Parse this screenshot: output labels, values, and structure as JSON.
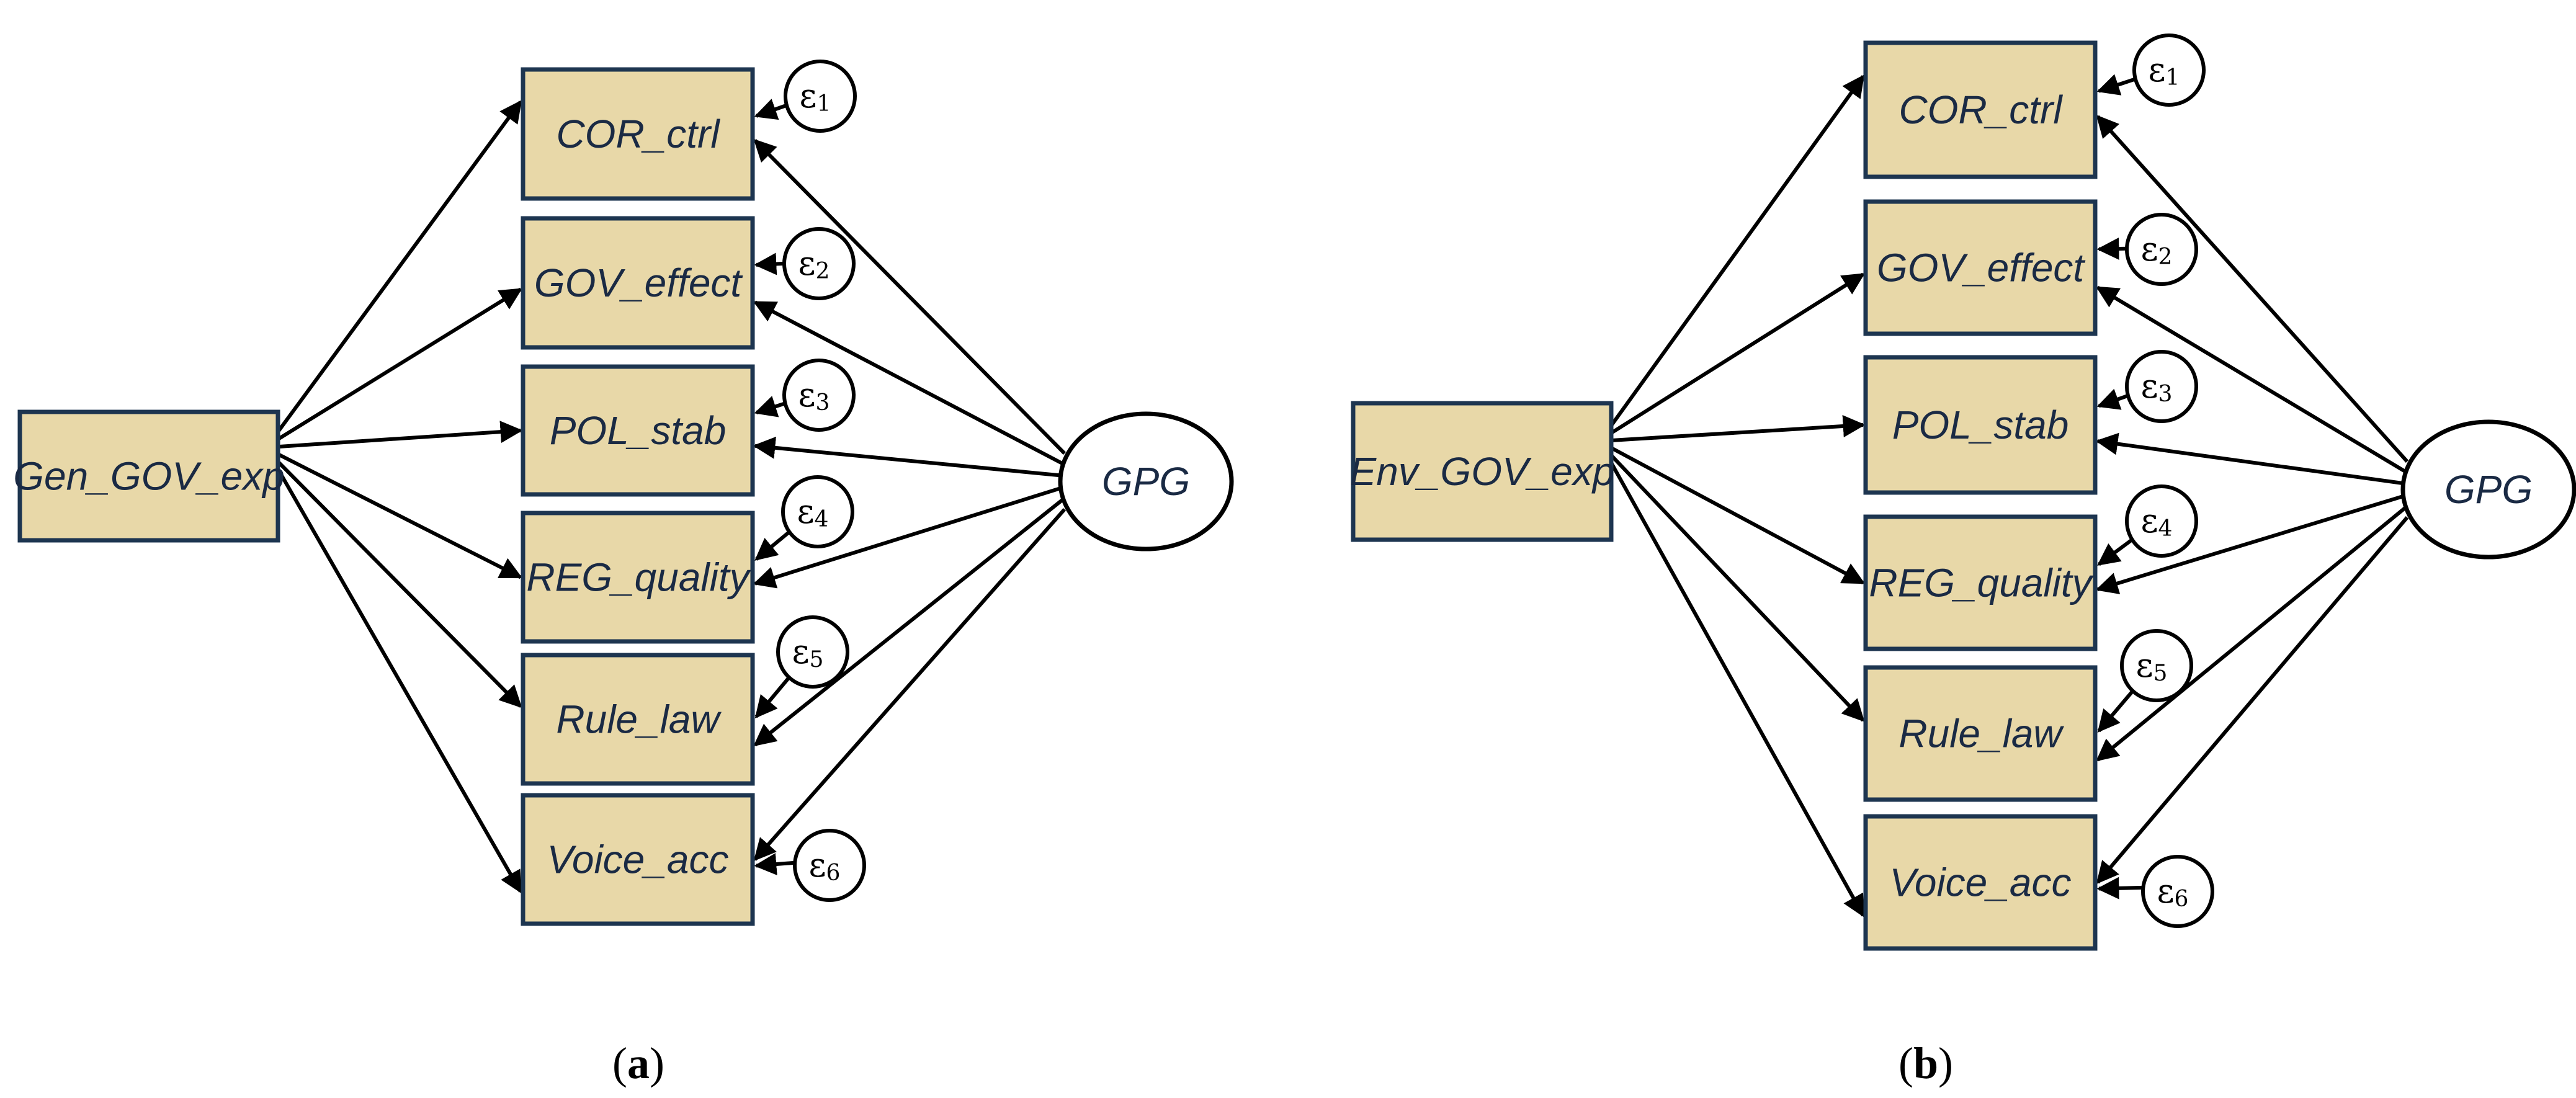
{
  "panels": [
    {
      "id": "a",
      "caption_open": "(",
      "caption_letter": "a",
      "caption_close": ")",
      "source": "Gen_GOV_exp",
      "latent": "GPG",
      "indicators": [
        "COR_ctrl",
        "GOV_effect",
        "POL_stab",
        "REG_quality",
        "Rule_law",
        "Voice_acc"
      ],
      "errors": [
        {
          "symbol": "ε",
          "sub": "1"
        },
        {
          "symbol": "ε",
          "sub": "2"
        },
        {
          "symbol": "ε",
          "sub": "3"
        },
        {
          "symbol": "ε",
          "sub": "4"
        },
        {
          "symbol": "ε",
          "sub": "5"
        },
        {
          "symbol": "ε",
          "sub": "6"
        }
      ]
    },
    {
      "id": "b",
      "caption_open": "(",
      "caption_letter": "b",
      "caption_close": ")",
      "source": "Env_GOV_exp",
      "latent": "GPG",
      "indicators": [
        "COR_ctrl",
        "GOV_effect",
        "POL_stab",
        "REG_quality",
        "Rule_law",
        "Voice_acc"
      ],
      "errors": [
        {
          "symbol": "ε",
          "sub": "1"
        },
        {
          "symbol": "ε",
          "sub": "2"
        },
        {
          "symbol": "ε",
          "sub": "3"
        },
        {
          "symbol": "ε",
          "sub": "4"
        },
        {
          "symbol": "ε",
          "sub": "5"
        },
        {
          "symbol": "ε",
          "sub": "6"
        }
      ]
    }
  ],
  "colors": {
    "box_fill": "#e8d8a8",
    "box_stroke": "#1d3550",
    "text": "#1a2a44",
    "arrow": "#000000"
  }
}
